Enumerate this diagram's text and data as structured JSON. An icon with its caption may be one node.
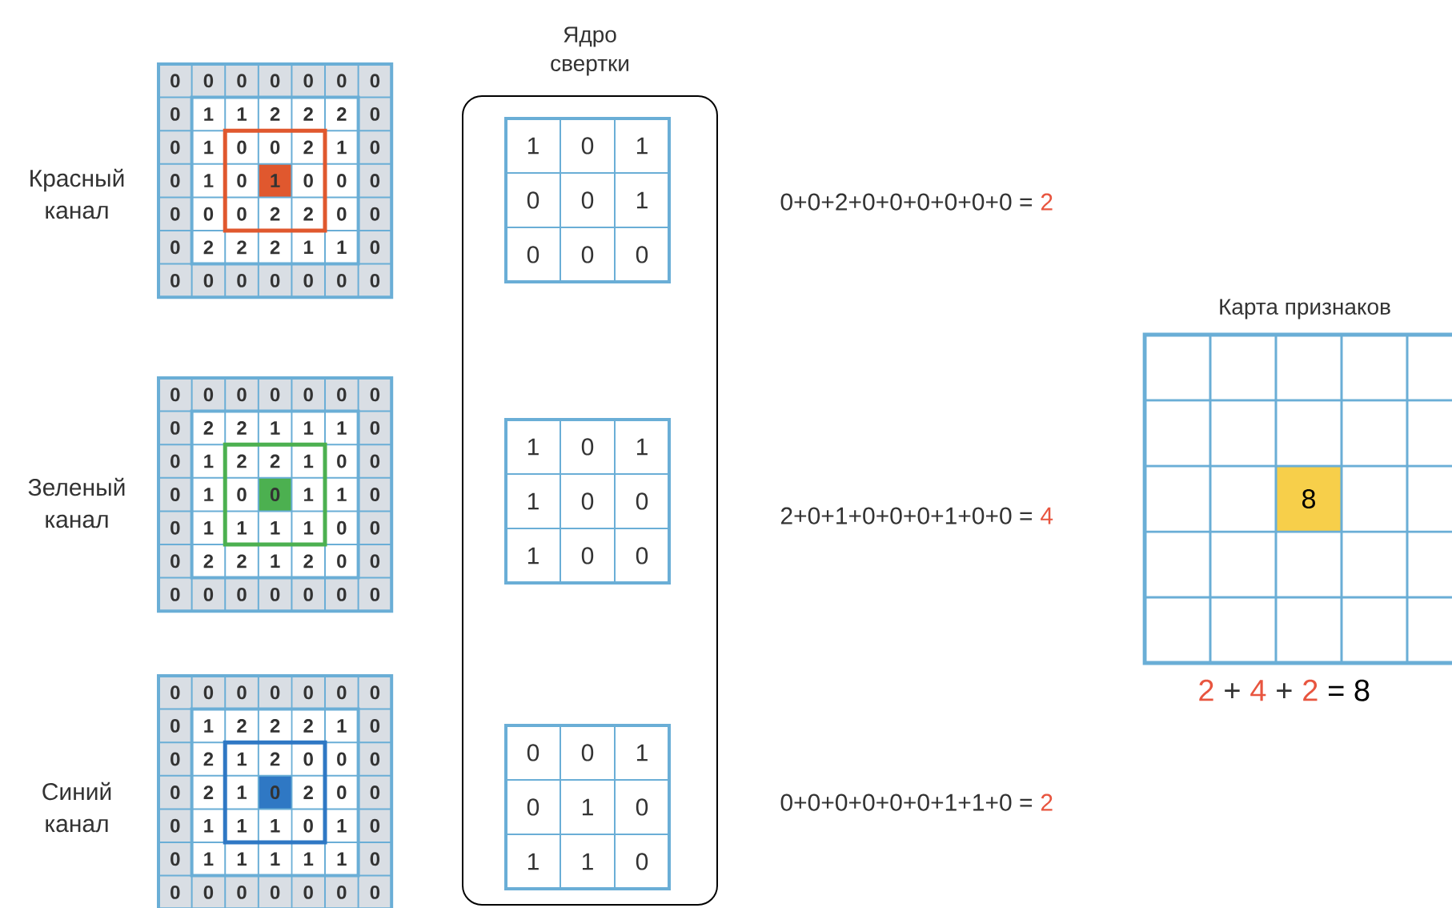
{
  "diagram": {
    "nodes": [
      {
        "text": [
          "0",
          "0",
          "0",
          "0",
          "0",
          "0",
          "0",
          "0",
          "1",
          "1",
          "2",
          "2",
          "2",
          "0",
          "0",
          "1",
          "0",
          "0",
          "2",
          "1",
          "0",
          "0",
          "1",
          "0",
          "1",
          "0",
          "0",
          "0",
          "0",
          "0",
          "0",
          "2",
          "2",
          "0",
          "0",
          "0",
          "2",
          "2",
          "2",
          "1",
          "1",
          "0",
          "0",
          "0",
          "0",
          "0",
          "0",
          "0",
          "0"
        ],
        "beside": [
          "Красный канал"
        ]
      },
      {
        "text": [
          "0",
          "0",
          "0",
          "0",
          "0",
          "0",
          "0",
          "0",
          "2",
          "2",
          "1",
          "1",
          "1",
          "0",
          "0",
          "1",
          "2",
          "2",
          "1",
          "0",
          "0",
          "0",
          "1",
          "0",
          "0",
          "1",
          "1",
          "0",
          "0",
          "1",
          "1",
          "1",
          "1",
          "0",
          "0",
          "0",
          "2",
          "2",
          "1",
          "2",
          "0",
          "0",
          "0",
          "0",
          "0",
          "0",
          "0",
          "0",
          "0"
        ],
        "beside": [
          "Зеленый канал"
        ]
      },
      {
        "text": [
          "0",
          "0",
          "0",
          "0",
          "0",
          "0",
          "0",
          "0",
          "1",
          "2",
          "2",
          "2",
          "1",
          "0",
          "0",
          "2",
          "1",
          "2",
          "0",
          "0",
          "0",
          "0",
          "2",
          "1",
          "0",
          "2",
          "0",
          "0",
          "0",
          "1",
          "1",
          "1",
          "0",
          "1",
          "0",
          "0",
          "1",
          "1",
          "1",
          "1",
          "1",
          "0",
          "0",
          "0",
          "0",
          "0",
          "0",
          "0",
          "0"
        ],
        "beside": [
          "Синий канал"
        ]
      },
      {
        "text": [
          "Ядро свертки"
        ]
      },
      {
        "text": [
          "1",
          "0",
          "1",
          "0",
          "0",
          "1",
          "0",
          "0",
          "0"
        ],
        "in": 3
      },
      {
        "text": [
          "1",
          "0",
          "1",
          "1",
          "0",
          "0",
          "1",
          "0",
          "0"
        ],
        "in": 3
      },
      {
        "text": [
          "0",
          "0",
          "1",
          "0",
          "1",
          "0",
          "1",
          "1",
          "0"
        ],
        "in": 3
      },
      {
        "text": [
          "Карта признаков",
          "8"
        ]
      }
    ],
    "labels": [
      "0+0+2+0+0+0+0+0+0 =",
      "2",
      "2+0+1+0+0+0+1+0+0 =",
      "4",
      "0+0+0+0+0+0+1+1+0 =",
      "2",
      "2",
      "+",
      "4",
      "+",
      "2",
      "= 8"
    ]
  }
}
